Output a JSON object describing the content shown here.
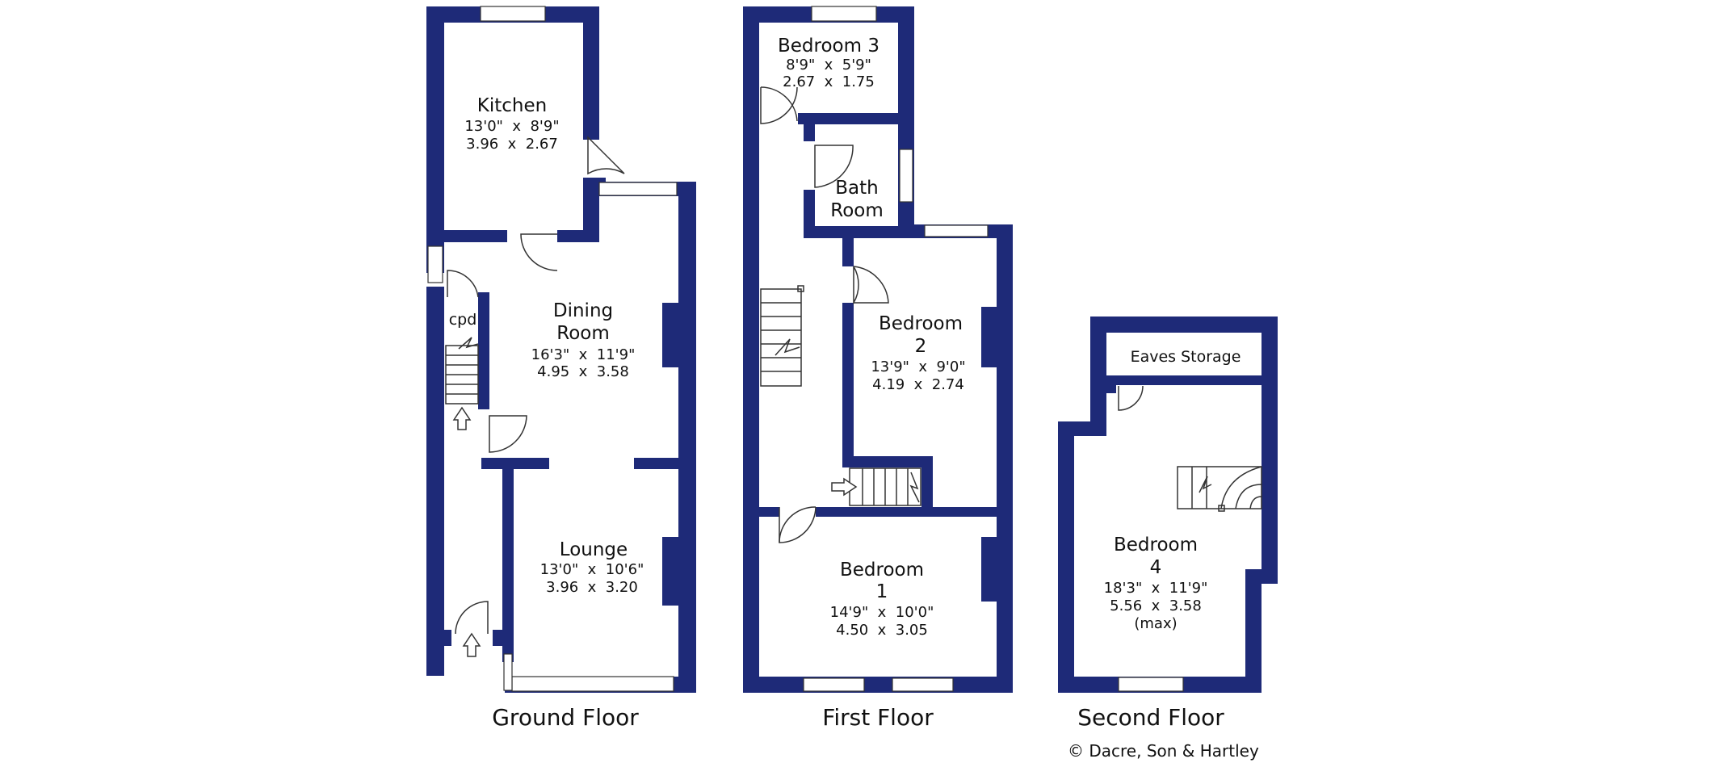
{
  "floors": {
    "ground": {
      "title": "Ground Floor",
      "rooms": {
        "kitchen": {
          "name": "Kitchen",
          "imperial": "13'0\"  x  8'9\"",
          "metric": "3.96  x  2.67"
        },
        "cpd": {
          "name": "cpd"
        },
        "dining": {
          "name_line1": "Dining",
          "name_line2": "Room",
          "imperial": "16'3\"  x  11'9\"",
          "metric": "4.95  x  3.58"
        },
        "lounge": {
          "name": "Lounge",
          "imperial": "13'0\"  x  10'6\"",
          "metric": "3.96  x  3.20"
        }
      }
    },
    "first": {
      "title": "First Floor",
      "rooms": {
        "bedroom3": {
          "name": "Bedroom 3",
          "imperial": "8'9\"  x  5'9\"",
          "metric": "2.67  x  1.75"
        },
        "bathroom": {
          "name_line1": "Bath",
          "name_line2": "Room"
        },
        "bedroom2": {
          "name_line1": "Bedroom",
          "name_line2": "2",
          "imperial": "13'9\"  x  9'0\"",
          "metric": "4.19  x  2.74"
        },
        "bedroom1": {
          "name_line1": "Bedroom",
          "name_line2": "1",
          "imperial": "14'9\"  x  10'0\"",
          "metric": "4.50  x  3.05"
        }
      }
    },
    "second": {
      "title": "Second Floor",
      "rooms": {
        "eaves": {
          "name": "Eaves Storage"
        },
        "bedroom4": {
          "name_line1": "Bedroom",
          "name_line2": "4",
          "imperial": "18'3\"  x  11'9\"",
          "metric": "5.56  x  3.58",
          "note": "(max)"
        }
      }
    }
  },
  "copyright": "© Dacre, Son & Hartley",
  "colors": {
    "wall": "#1e2a78",
    "background": "#ffffff"
  }
}
